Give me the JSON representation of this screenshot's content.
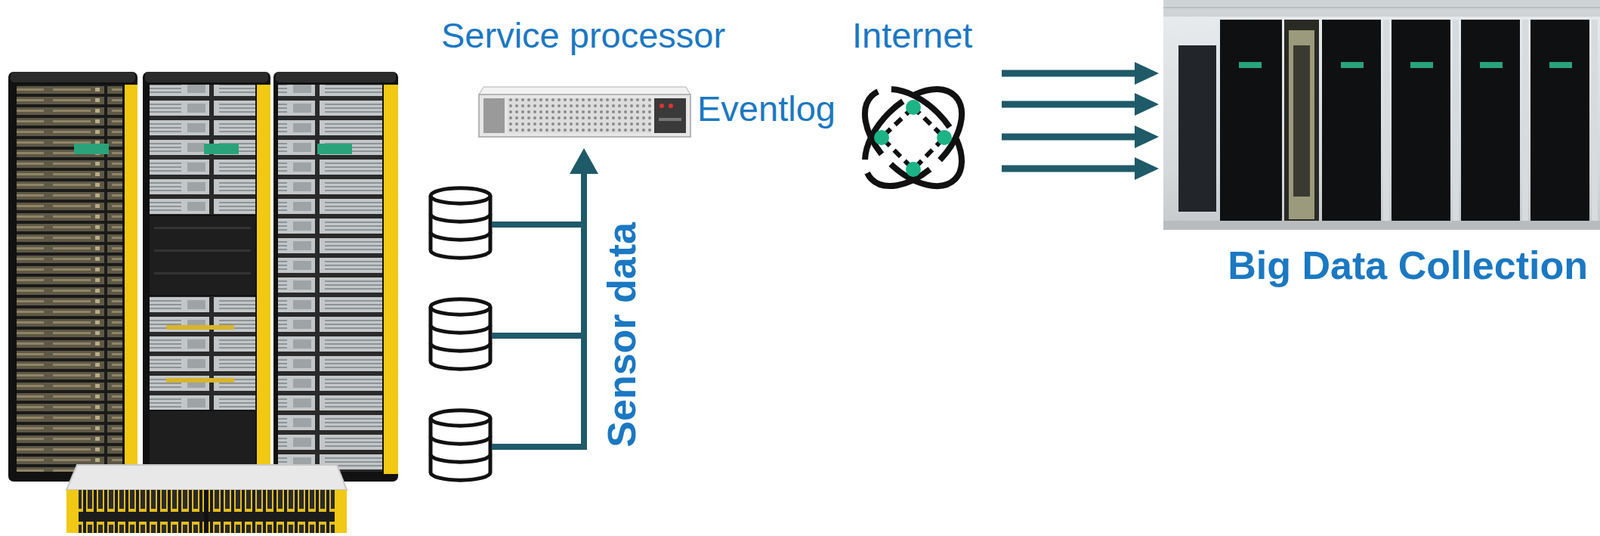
{
  "diagram": {
    "nodes": [
      {
        "text": [
          "Service processor"
        ]
      },
      {
        "text": [
          "Internet"
        ]
      },
      {
        "text": [
          "Big Data Collection"
        ]
      }
    ],
    "edges": [
      {
        "from": 1,
        "to": 2,
        "arrow": "to"
      },
      {
        "from": 1,
        "to": 2,
        "arrow": "to"
      },
      {
        "from": 1,
        "to": 2,
        "arrow": "to"
      },
      {
        "from": 1,
        "to": 2,
        "arrow": "to"
      }
    ],
    "labels": [
      "Eventlog",
      "Sensor data"
    ]
  }
}
